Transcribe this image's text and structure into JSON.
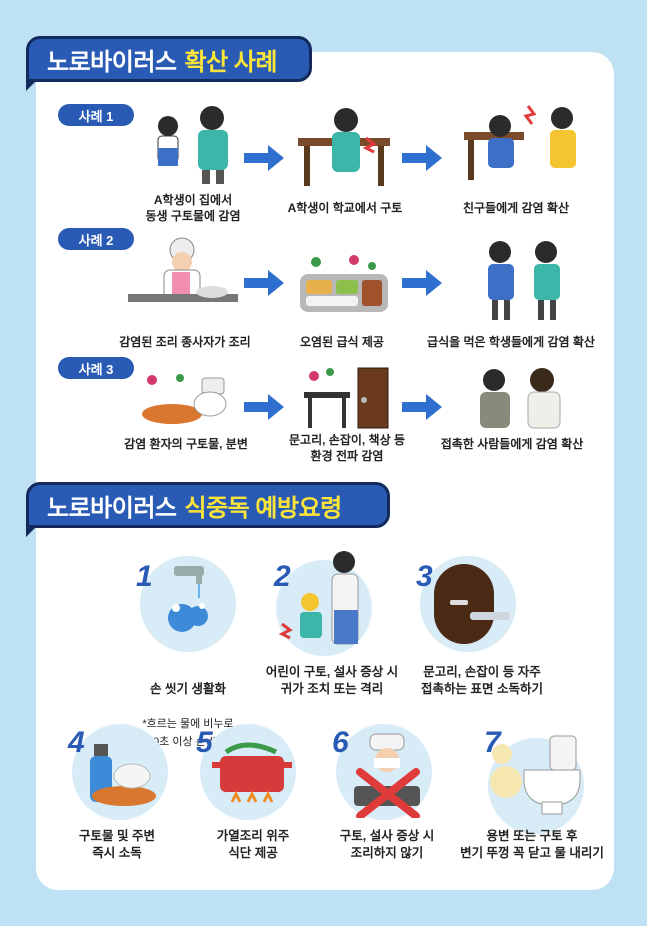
{
  "section1": {
    "title_main": "노로바이러스",
    "title_highlight": "확산 사례"
  },
  "cases": [
    {
      "tag": "사례 1",
      "steps": [
        "A학생이 집에서\n동생 구토물에 감염",
        "A학생이 학교에서 구토",
        "친구들에게 감염 확산"
      ]
    },
    {
      "tag": "사례 2",
      "steps": [
        "감염된 조리 종사자가 조리",
        "오염된 급식 제공",
        "급식을 먹은 학생들에게 감염 확산"
      ]
    },
    {
      "tag": "사례 3",
      "steps": [
        "감염 환자의 구토물, 분변",
        "문고리, 손잡이, 책상 등\n환경 전파 감염",
        "접촉한 사람들에게 감염 확산"
      ]
    }
  ],
  "section2": {
    "title_main": "노로바이러스",
    "title_highlight": "식중독 예방요령"
  },
  "tips": [
    {
      "num": "1",
      "text": "손 씻기 생활화",
      "note": "*흐르는 물에 비누로\n30초 이상 손 씻기",
      "icon": "handwash-icon"
    },
    {
      "num": "2",
      "text": "어린이 구토, 설사 증상 시\n귀가 조치 또는 격리",
      "icon": "child-sick-icon"
    },
    {
      "num": "3",
      "text": "문고리, 손잡이 등 자주\n접촉하는 표면 소독하기",
      "icon": "door-disinfect-icon"
    },
    {
      "num": "4",
      "text": "구토물 및 주변\n즉시 소독",
      "icon": "spray-icon"
    },
    {
      "num": "5",
      "text": "가열조리 위주\n식단 제공",
      "icon": "pot-icon"
    },
    {
      "num": "6",
      "text": "구토, 설사 증상 시\n조리하지 않기",
      "icon": "no-cooking-icon"
    },
    {
      "num": "7",
      "text": "용변 또는 구토 후\n변기 뚜껑 꼭 닫고 물 내리기",
      "icon": "toilet-icon"
    }
  ],
  "colors": {
    "background": "#bfe1f4",
    "primary": "#2a5bb4",
    "highlight": "#fbe43a"
  }
}
